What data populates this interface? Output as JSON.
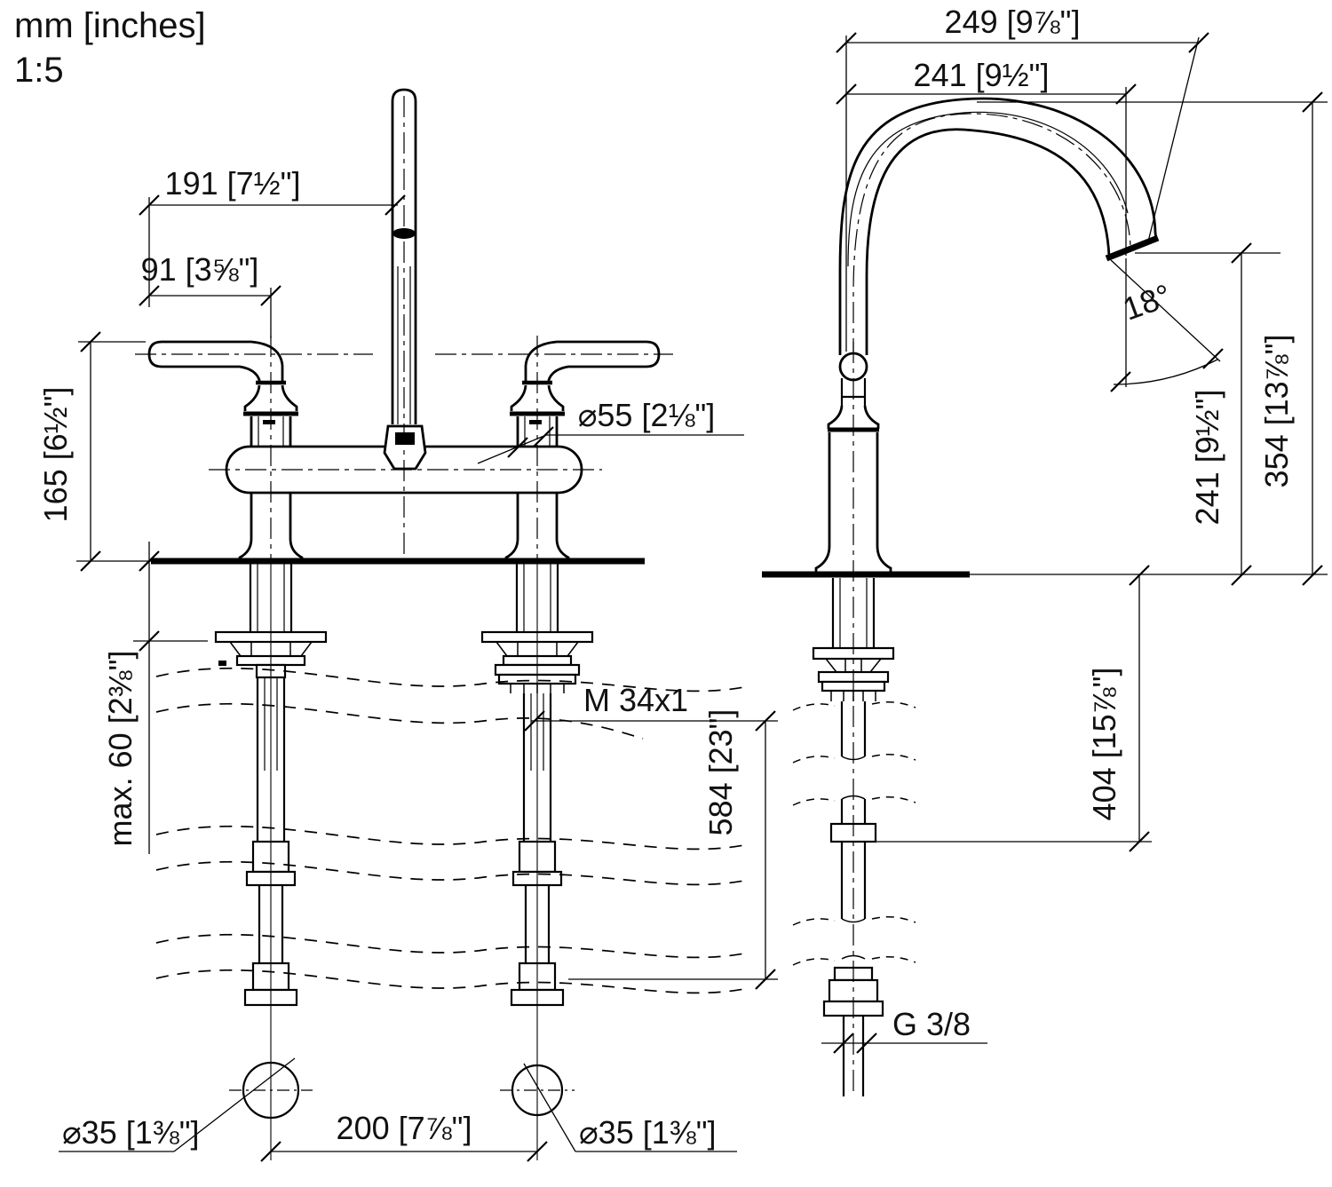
{
  "header": {
    "units": "mm [inches]",
    "scale": "1:5"
  },
  "front_view": {
    "dim_spout_offset": "191 [7½\"]",
    "dim_handle_offset": "91 [3⅝\"]",
    "dim_handle_height": "165 [6½\"]",
    "dim_escutcheon_dia": "⌀55 [2⅛\"]",
    "dim_max_counter_thickness": "max. 60 [2⅜\"]",
    "dim_mounting_thread": "M 34x1",
    "dim_hose_length": "584 [23\"]",
    "dim_hole_spacing": "200 [7⅞\"]",
    "dim_hole_dia_left": "⌀35 [1⅜\"]",
    "dim_hole_dia_right": "⌀35 [1⅜\"]"
  },
  "side_view": {
    "dim_reach_outer": "249 [9⅞\"]",
    "dim_reach_center": "241 [9½\"]",
    "dim_outlet_angle": "18°",
    "dim_total_height": "354 [13⅞\"]",
    "dim_outlet_height": "241 [9½\"]",
    "dim_connection_length": "404 [15⅞\"]",
    "dim_supply_thread": "G 3/8"
  }
}
